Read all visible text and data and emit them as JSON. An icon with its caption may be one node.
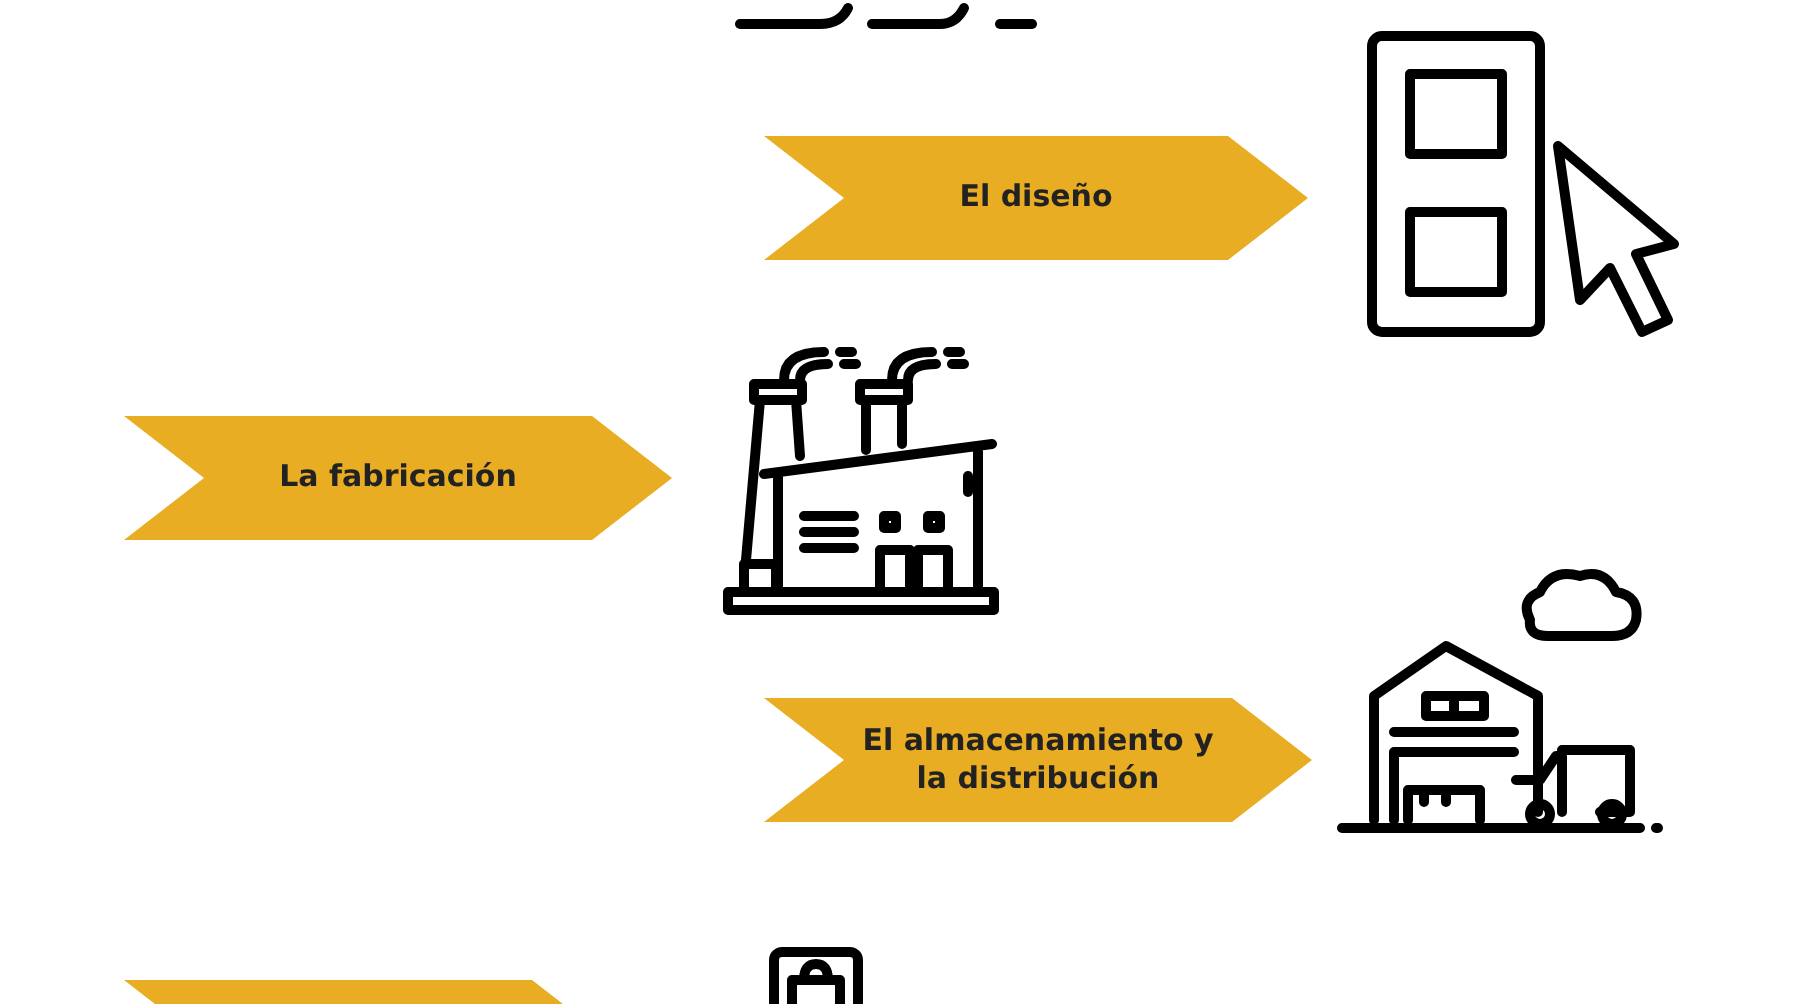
{
  "diagram": {
    "nodes": [
      {
        "text": [
          "El diseño"
        ]
      },
      {
        "text": [
          "La fabricación"
        ]
      },
      {
        "text": [
          "El almacenamiento y la distribución"
        ]
      },
      {
        "text": [],
        "shape": "chevron"
      }
    ]
  }
}
